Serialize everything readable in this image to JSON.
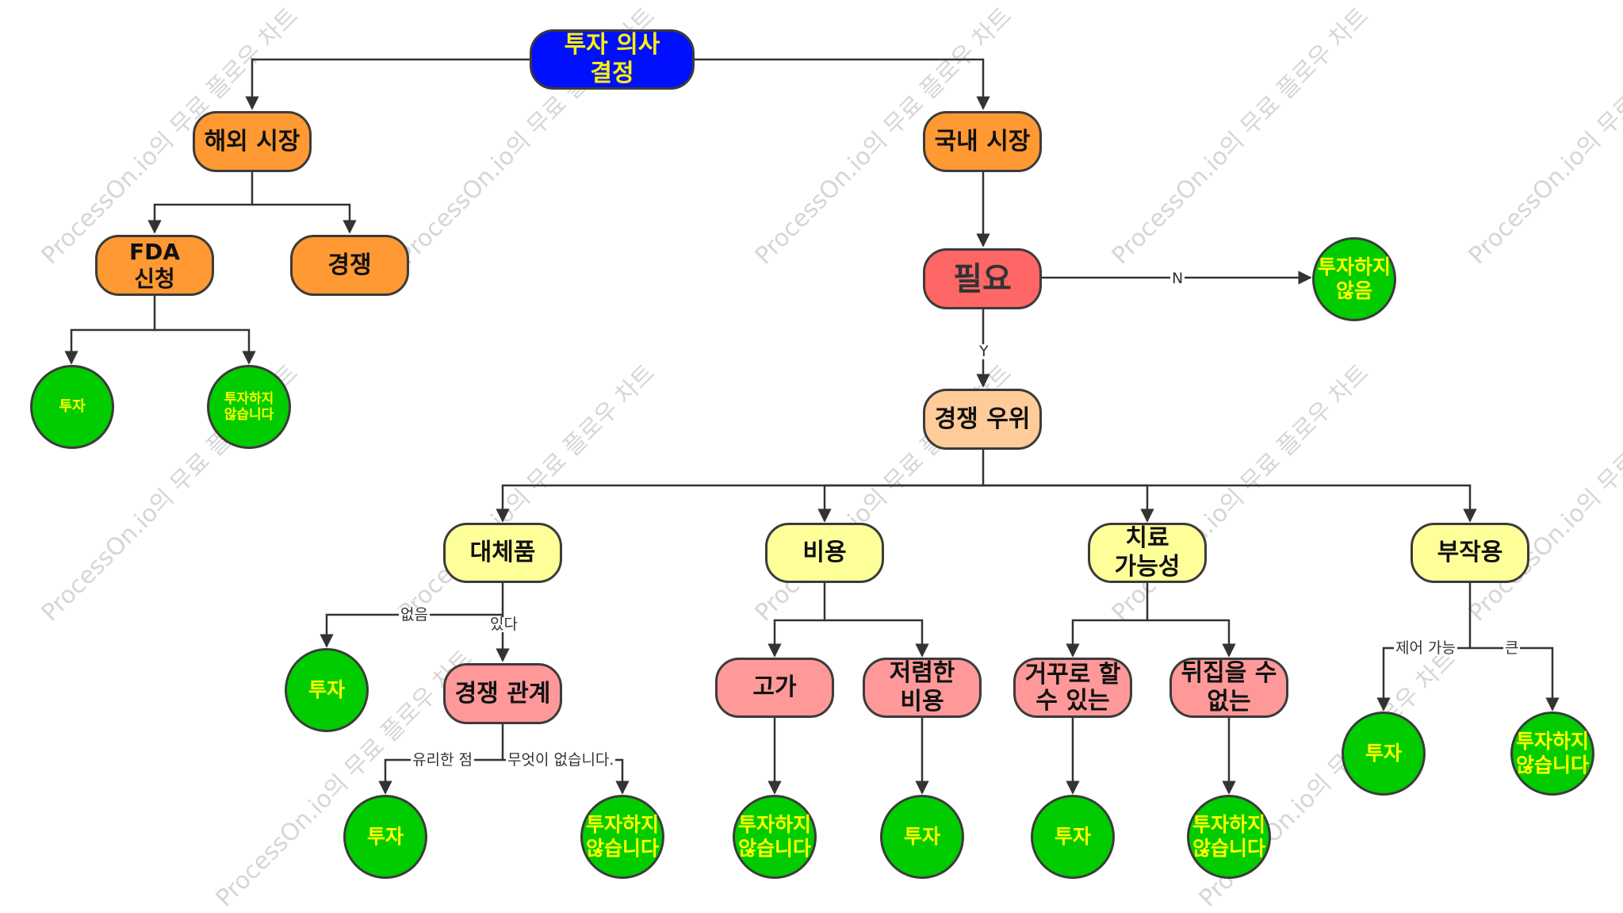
{
  "watermark": "ProcessOn.io의 무료 플로우 차트",
  "nodes": {
    "root": "투자 의사 결정",
    "overseas": "해외 시장",
    "domestic": "국내 시장",
    "fda": "FDA 신청",
    "competition": "경쟁",
    "fda_invest": "투자",
    "fda_no_invest": "투자하지 않습니다",
    "need": "필요",
    "need_no_invest": "투자하지 않음",
    "advantage": "경쟁 우위",
    "substitute": "대체품",
    "cost": "비용",
    "curability": "치료 가능성",
    "side_effect": "부작용",
    "sub_invest": "투자",
    "compete_rel": "경쟁 관계",
    "rel_invest": "투자",
    "rel_no_invest": "투자하지 않습니다",
    "expensive": "고가",
    "cheap": "저렴한 비용",
    "expensive_no_invest": "투자하지 않습니다",
    "cheap_invest": "투자",
    "reversible": "거꾸로 할 수 있는",
    "irreversible": "뒤집을 수 없는",
    "rev_invest": "투자",
    "irrev_no_invest": "투자하지 않습니다",
    "se_invest": "투자",
    "se_no_invest": "투자하지 않습니다"
  },
  "edge_labels": {
    "need_no": "N",
    "need_yes": "Y",
    "sub_none": "없음",
    "sub_exists": "있다",
    "rel_favorable": "유리한 점",
    "rel_nothing": "무엇이 없습니다.",
    "se_controllable": "제어 가능",
    "se_large": "큰"
  },
  "colors": {
    "root_fill": "#0010ff",
    "market_fill": "#ff9933",
    "need_fill": "#ff6666",
    "advantage_fill": "#ffcc99",
    "factor_fill": "#ffff99",
    "branch_fill": "#ff9999",
    "outcome_fill": "#00cc00",
    "outcome_text": "#ffff00",
    "line": "#333333"
  }
}
